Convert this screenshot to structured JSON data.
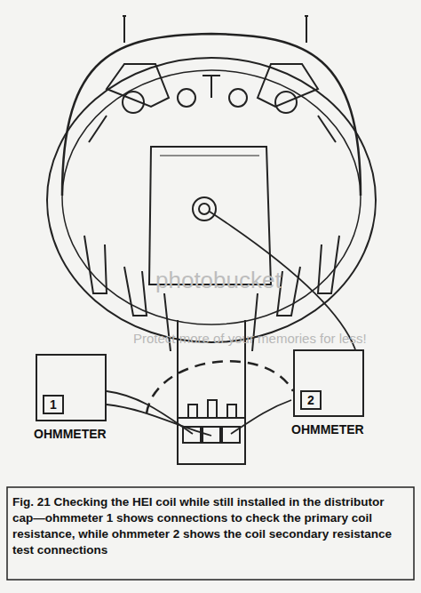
{
  "diagram": {
    "caption": "Fig. 21 Checking the HEI coil while still installed in the distributor cap—ohmmeter 1 shows connections to check the primary coil resistance, while ohmmeter 2 shows the coil secondary resistance test connections",
    "nodes": [
      {
        "text": [
          "1",
          "OHMMETER"
        ]
      },
      {
        "text": [
          "2",
          "OHMMETER"
        ]
      }
    ],
    "labels": [
      "photobucket",
      "Protect more of your memories for less!"
    ]
  }
}
